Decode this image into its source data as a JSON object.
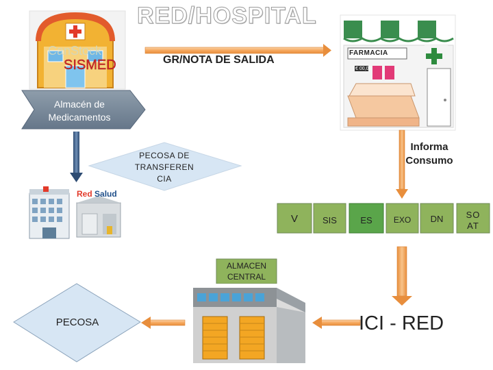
{
  "title": "RED/HOSPITAL",
  "hospital_icon": {
    "watermark": "CanStock",
    "label": "SISMED"
  },
  "arrow_labels": {
    "salida": "GR/NOTA DE SALIDA",
    "informe": "Informa Consumo"
  },
  "nodes": {
    "almacen_medicamentos": "Almacén de Medicamentos",
    "pecosa_transferencia": "PECOSA DE TRANSFEREN CIA",
    "pecosa": "PECOSA",
    "almacen_central": "ALMACEN CENTRAL",
    "ici_red": "ICI - RED"
  },
  "pharmacy": {
    "sign": "FARMACIA",
    "price": "€ 00,00"
  },
  "red_salud": {
    "brand_red": "Red",
    "brand_blue": "Salud"
  },
  "categories": [
    {
      "label": "V",
      "color": "#8fb35c"
    },
    {
      "label": "SIS",
      "color": "#8fb35c"
    },
    {
      "label": "ES",
      "color": "#5aa54a"
    },
    {
      "label": "EXO",
      "color": "#8fb35c"
    },
    {
      "label": "DN",
      "color": "#8fb35c"
    },
    {
      "label": "SO AT",
      "color": "#8fb35c"
    }
  ],
  "colors": {
    "arrow_orange": "#f4a460",
    "arrow_blue": "#3b5f8f",
    "pentagon": "#7a8a99",
    "diamond": "#d7e6f4"
  }
}
